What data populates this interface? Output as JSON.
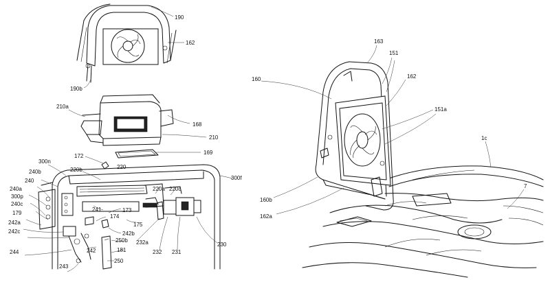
{
  "labels": {
    "l190": "190",
    "l162": "162",
    "l190b": "190b",
    "l210a": "210a",
    "l168": "168",
    "l210": "210",
    "l172": "172",
    "l169": "169",
    "l220": "220",
    "l300n": "300n",
    "l220b": "220b",
    "l300f": "300f",
    "l240b": "240b",
    "l240": "240",
    "l240a": "240a",
    "l300p": "300p",
    "l240c": "240c",
    "l179": "179",
    "l242a": "242a",
    "l242c": "242c",
    "l244": "244",
    "l243": "243",
    "l220a": "220a",
    "l220c": "220c",
    "l241": "241",
    "l173": "173",
    "l174": "174",
    "l175": "175",
    "l242b": "242b",
    "l250b": "250b",
    "l242": "242",
    "l181": "181",
    "l250": "250",
    "l232a": "232a",
    "l232": "232",
    "l231": "231",
    "l230": "230",
    "r163": "163",
    "r151": "151",
    "r160": "160",
    "r162": "162",
    "r151a": "151a",
    "r1c": "1c",
    "r7": "7",
    "r160b": "160b",
    "r162a": "162a"
  }
}
